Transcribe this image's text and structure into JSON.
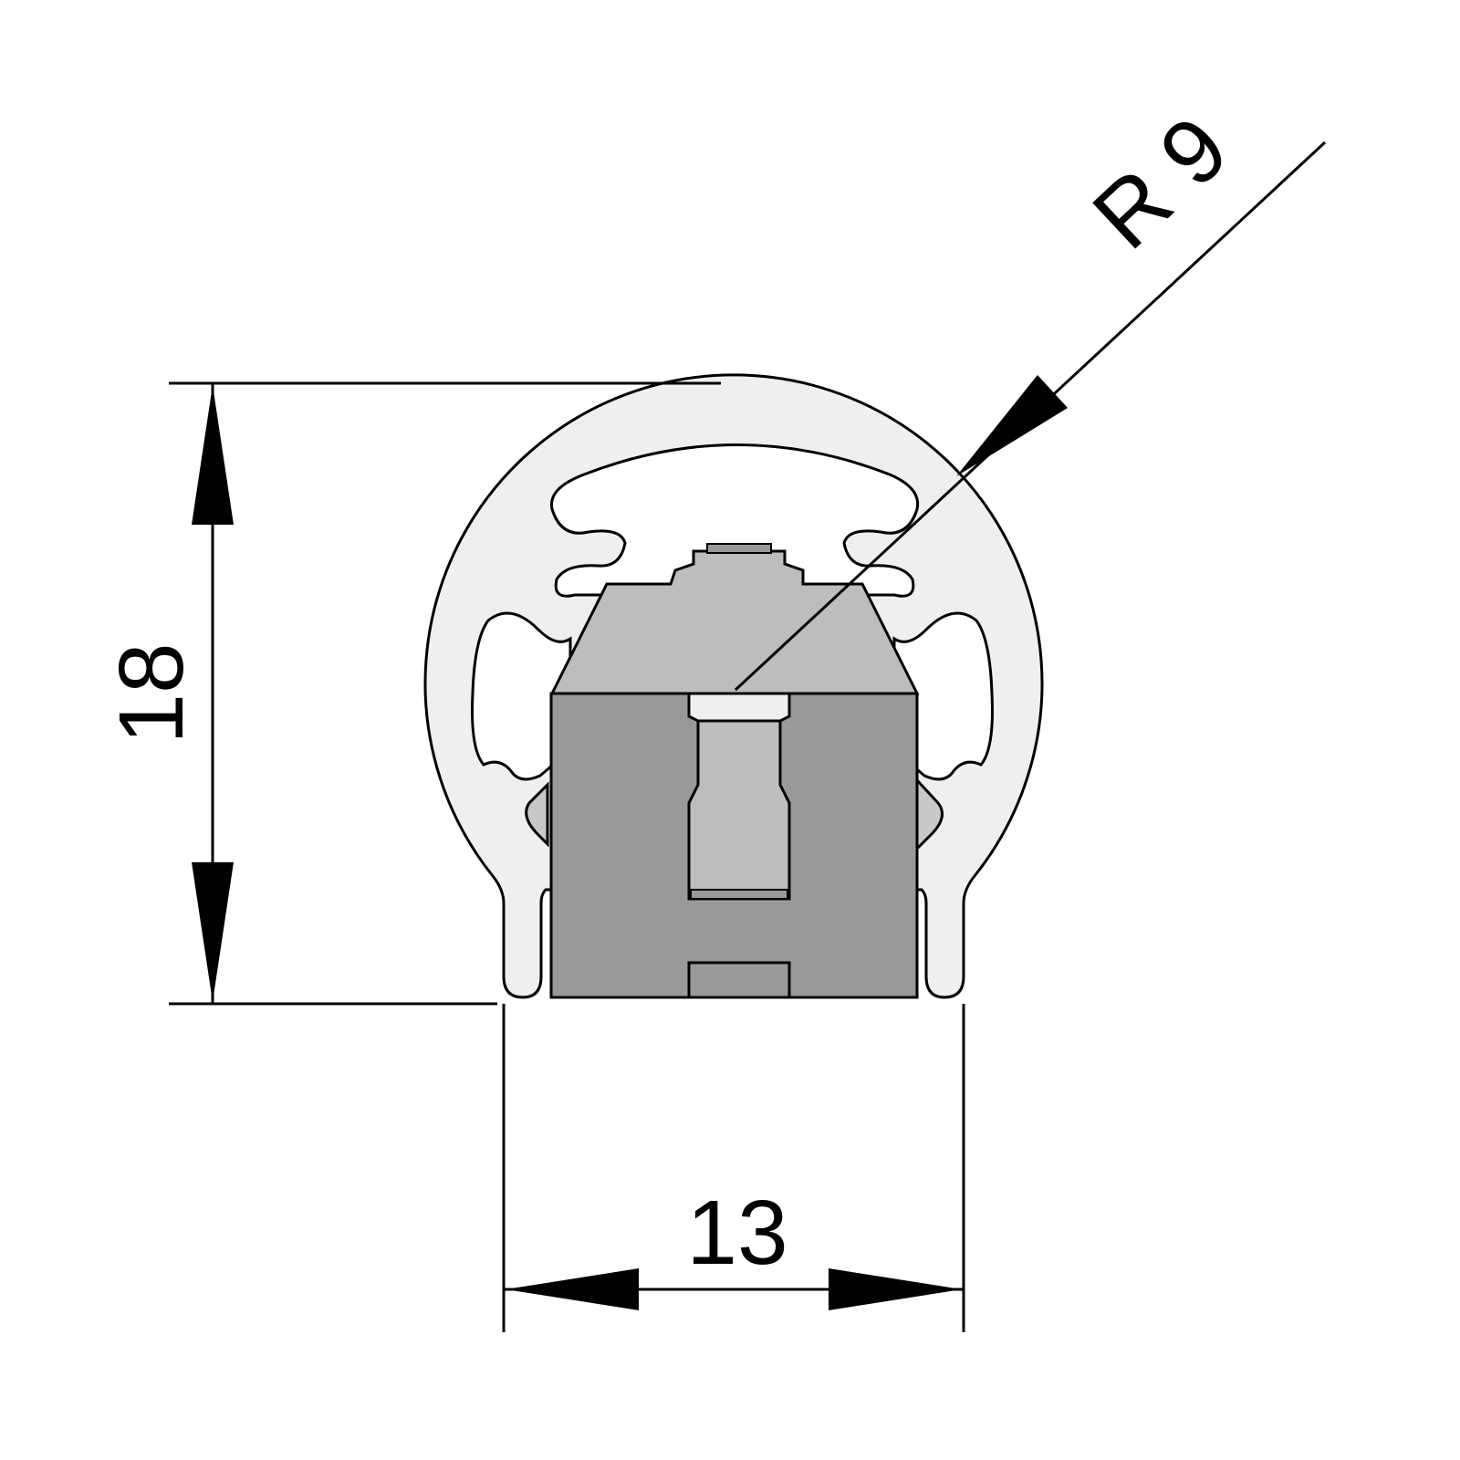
{
  "dimensions": {
    "height_label": "18",
    "width_label": "13",
    "radius_label": "R 9"
  },
  "colors": {
    "background": "#ffffff",
    "line": "#000000",
    "profile_fill": "#efefef",
    "insert_light": "#bdbdbd",
    "insert_dark": "#999999",
    "insert_mid": "#c8c8c8"
  }
}
